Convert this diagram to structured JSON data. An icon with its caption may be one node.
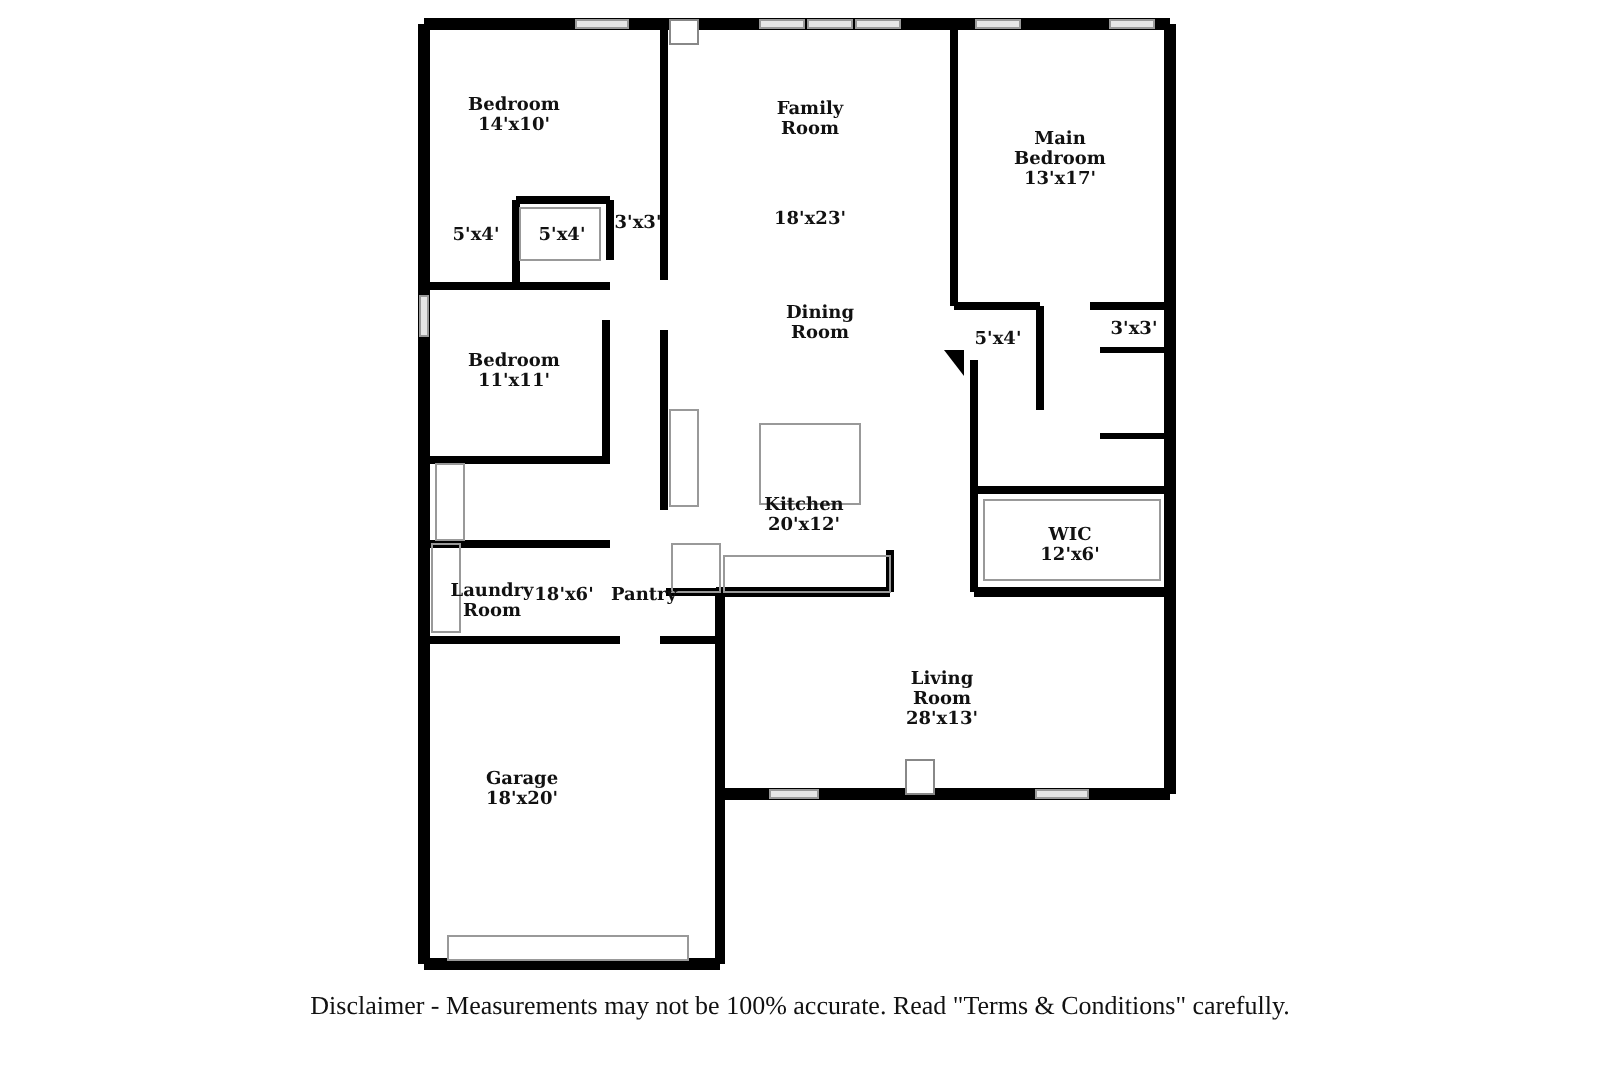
{
  "diagram": {
    "caption": "Disclaimer - Measurements may not be 100% accurate. Read \"Terms & Conditions\" carefully.",
    "labels": [
      "Bedroom",
      "14'x10'",
      "Family Room",
      "Main Bedroom",
      "13'x17'",
      "5'x4'",
      "5'x4'",
      "3'x3'",
      "18'x23'",
      "Dining Room",
      "5'x4'",
      "3'x3'",
      "Bedroom",
      "11'x11'",
      "Kitchen",
      "20'x12'",
      "WIC",
      "12'x6'",
      "Laundry Room",
      "18'x6'",
      "Pantry",
      "Living Room",
      "28'x13'",
      "Garage",
      "18'x20'"
    ]
  }
}
